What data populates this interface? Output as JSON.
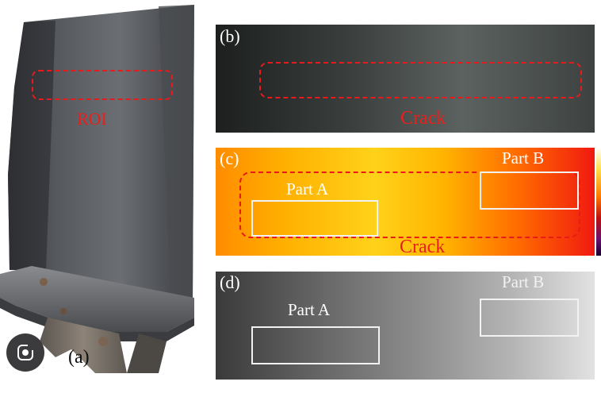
{
  "panels": {
    "a": {
      "label": "(a)",
      "roi_label": "ROI"
    },
    "b": {
      "label": "(b)",
      "crack_label": "Crack"
    },
    "c": {
      "label": "(c)",
      "part_a_label": "Part A",
      "part_b_label": "Part B",
      "crack_label": "Crack"
    },
    "d": {
      "label": "(d)",
      "part_a_label": "Part A",
      "part_b_label": "Part B"
    }
  },
  "colors": {
    "annotation_red": "#e8201c",
    "roi_box": "#e81a1a",
    "part_box": "#f2f2f2",
    "thermal_hot": "#f00a14",
    "thermal_mid": "#ff7a00",
    "thermal_cool": "#ffd200"
  },
  "icons": {
    "lens_button": "lens-icon"
  }
}
